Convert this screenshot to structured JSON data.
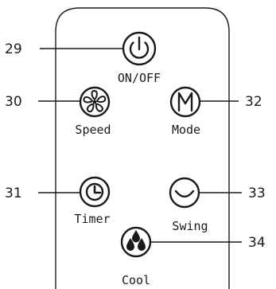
{
  "buttons": {
    "power": {
      "label": "ON/OFF",
      "callout": "29",
      "icon": "power-icon"
    },
    "speed": {
      "label": "Speed",
      "callout": "30",
      "icon": "fan-icon"
    },
    "mode": {
      "label": "Mode",
      "callout": "32",
      "icon": "mode-m-icon"
    },
    "timer": {
      "label": "Timer",
      "callout": "31",
      "icon": "clock-icon"
    },
    "swing": {
      "label": "Swing",
      "callout": "33",
      "icon": "swing-icon"
    },
    "cool": {
      "label": "Cool",
      "callout": "34",
      "icon": "water-drops-icon"
    }
  },
  "colors": {
    "ink": "#1a1a1a",
    "background": "#ffffff"
  }
}
